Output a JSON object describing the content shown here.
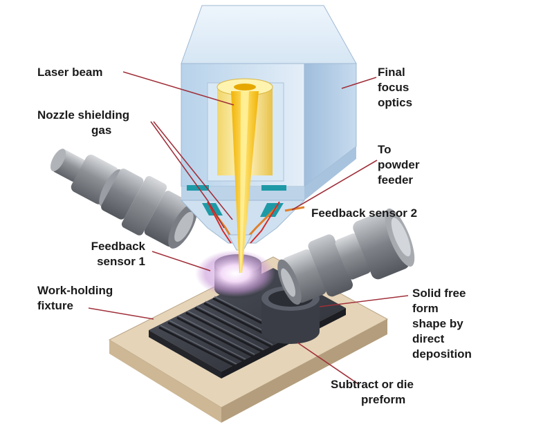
{
  "labels": {
    "laser_beam": [
      "Laser beam"
    ],
    "nozzle_gas": [
      "Nozzle shielding",
      "gas"
    ],
    "sensor1": [
      "Feedback",
      "sensor 1"
    ],
    "fixture": [
      "Work-holding",
      "fixture"
    ],
    "final_optics": [
      "Final",
      "focus",
      "optics"
    ],
    "powder_feeder": [
      "To",
      "powder",
      "feeder"
    ],
    "sensor2": [
      "Feedback sensor 2"
    ],
    "solid_form": [
      "Solid free",
      "form",
      "shape by",
      "direct",
      "deposition"
    ],
    "preform": [
      "Subtract or die",
      "preform"
    ]
  },
  "colors": {
    "leader_line": "#a0303a",
    "optics_housing": "#c9dff0",
    "laser": "#f5c400",
    "sensor_body": "#9a9ea4",
    "base_plate": "#e0cdb0",
    "preform": "#3c3f48",
    "glow": "#e8c8f0"
  }
}
